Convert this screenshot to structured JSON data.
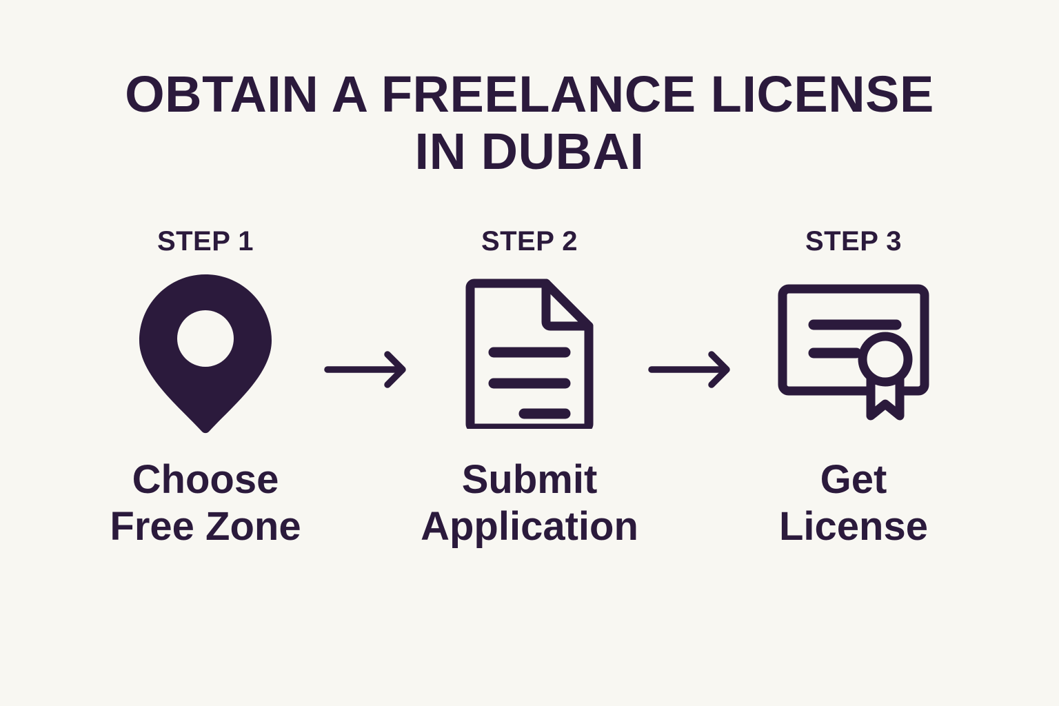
{
  "theme": {
    "background": "#F8F7F2",
    "ink": "#2B1A3C"
  },
  "header": {
    "title": "OBTAIN A FREELANCE LICENSE\nIN DUBAI",
    "title_line_1": "OBTAIN A FREELANCE LICENSE",
    "title_line_2": "IN DUBAI"
  },
  "flow": {
    "steps": [
      {
        "label": "STEP 1",
        "icon": "map-pin-icon",
        "caption": "Choose\nFree Zone",
        "caption_line_1": "Choose",
        "caption_line_2": "Free Zone"
      },
      {
        "label": "STEP 2",
        "icon": "document-icon",
        "caption": "Submit\nApplication",
        "caption_line_1": "Submit",
        "caption_line_2": "Application"
      },
      {
        "label": "STEP 3",
        "icon": "certificate-icon",
        "caption": "Get\nLicense",
        "caption_line_1": "Get",
        "caption_line_2": "License"
      }
    ],
    "connectors": [
      {
        "icon": "arrow-right-icon"
      },
      {
        "icon": "arrow-right-icon"
      }
    ]
  }
}
